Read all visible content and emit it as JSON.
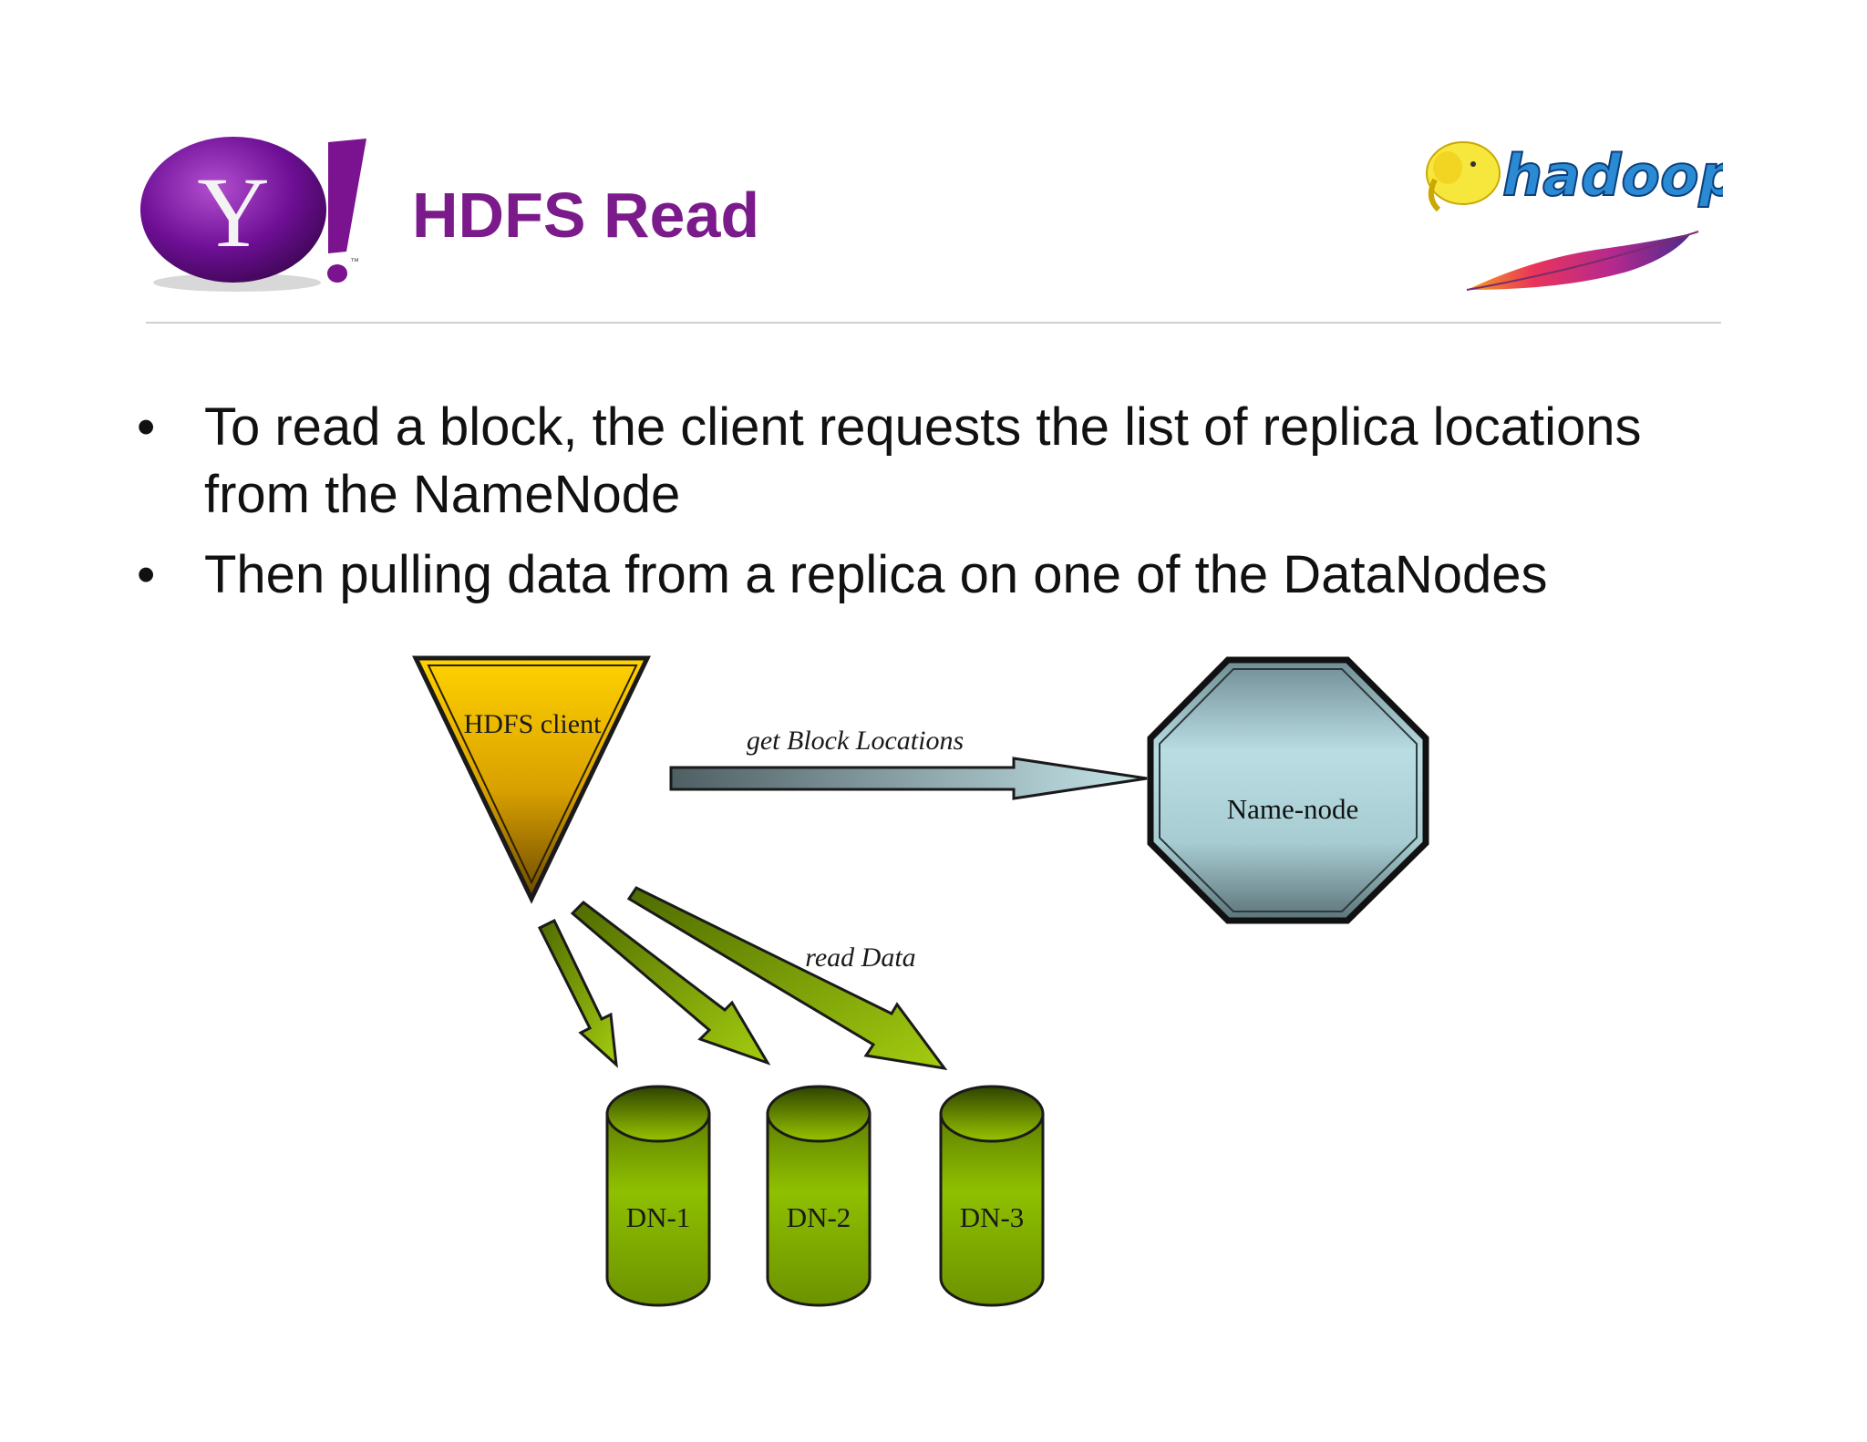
{
  "slide": {
    "title": "HDFS Read",
    "bullets": [
      "To read a block, the client requests the list of replica locations from the NameNode",
      "Then pulling data from a replica on one of the DataNodes"
    ],
    "bullet_symbol": "•"
  },
  "logos": {
    "yahoo_icon": "yahoo-logo-icon",
    "yahoo_letter": "Y",
    "yahoo_tm": "™",
    "hadoop_icon": "hadoop-elephant-logo-icon",
    "hadoop_word": "hadoop",
    "apache_icon": "apache-feather-icon"
  },
  "diagram": {
    "client_label": "HDFS client",
    "namenode_label": "Name-node",
    "get_locations_label": "get Block Locations",
    "read_data_label": "read Data",
    "datanodes": [
      "DN-1",
      "DN-2",
      "DN-3"
    ]
  },
  "colors": {
    "title": "#7b1a8b",
    "yahoo_purple": "#6a0f8e",
    "client_fill": "#f2b400",
    "namenode_fill": "#a9cfd6",
    "datanode_fill": "#8ab800",
    "arrow_green": "#7fa800"
  }
}
